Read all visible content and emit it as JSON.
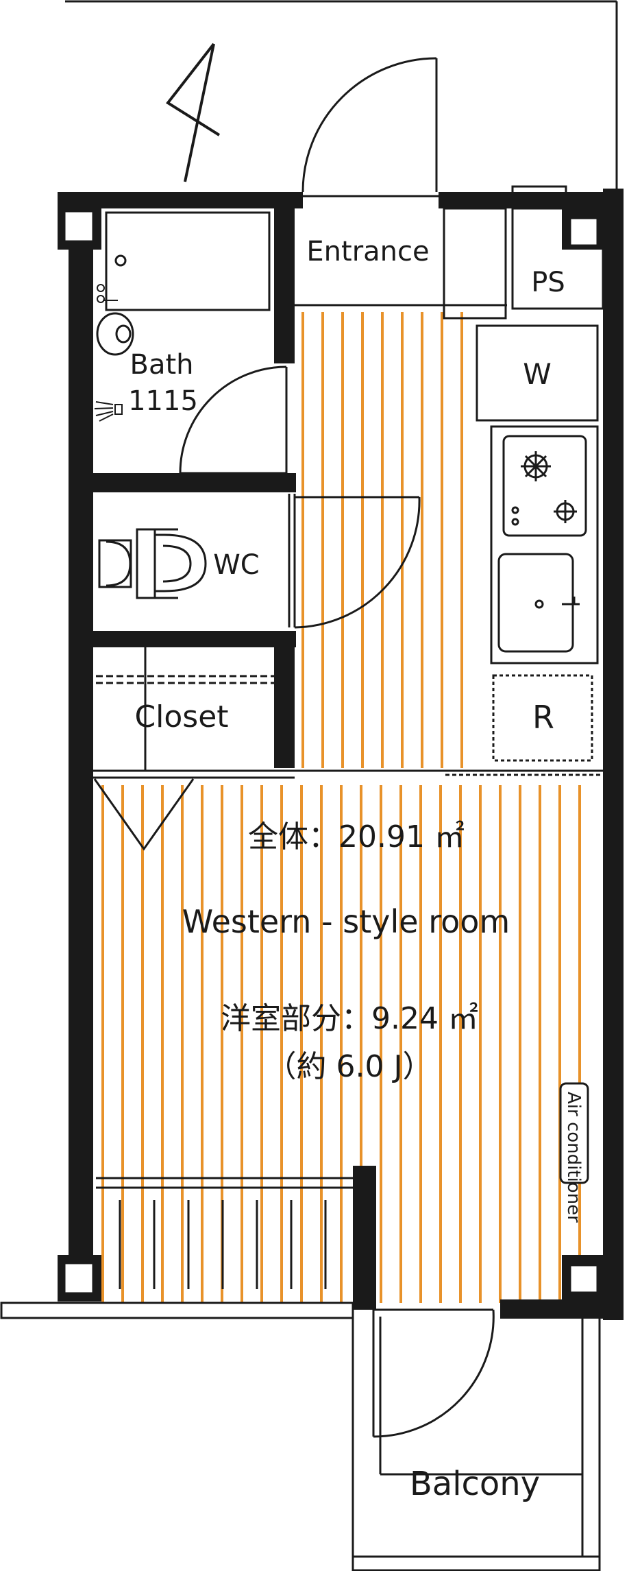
{
  "colors": {
    "wall": "#1a1a1a",
    "floor_stripe": "#e8922a",
    "line": "#1a1a1a",
    "background": "#ffffff"
  },
  "rooms": {
    "entrance": "Entrance",
    "ps": "PS",
    "bath": "Bath",
    "bath_size": "1115",
    "washer": "W",
    "wc": "WC",
    "closet": "Closet",
    "refrigerator": "R",
    "western_room": "Western - style room",
    "balcony": "Balcony",
    "air_conditioner": "Air conditioner"
  },
  "areas": {
    "total": "全体：20.91 ㎡",
    "western_part": "洋室部分：9.24 ㎡",
    "tatami": "（約 6.0 J）"
  },
  "icons": [
    "north-arrow-icon",
    "stove-burner-icon",
    "shower-icon",
    "toilet-icon",
    "sink-icon"
  ]
}
